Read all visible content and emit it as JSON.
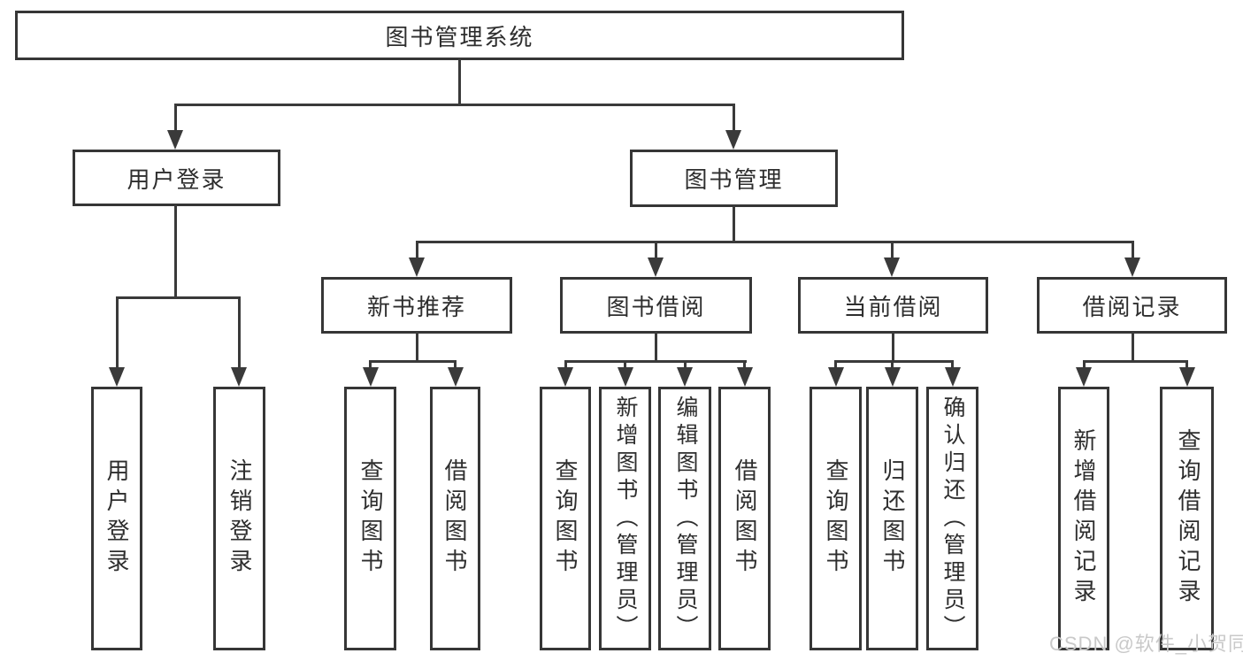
{
  "root": {
    "label": "图书管理系统"
  },
  "user_login": {
    "label": "用户登录",
    "children": [
      "用户登录",
      "注销登录"
    ]
  },
  "book_mgmt": {
    "label": "图书管理"
  },
  "groups": [
    {
      "label": "新书推荐",
      "children": [
        "查询图书",
        "借阅图书"
      ]
    },
    {
      "label": "图书借阅",
      "children": [
        "查询图书",
        "新增图书（管理员）",
        "编辑图书（管理员）",
        "借阅图书"
      ]
    },
    {
      "label": "当前借阅",
      "children": [
        "查询图书",
        "归还图书",
        "确认归还（管理员）"
      ]
    },
    {
      "label": "借阅记录",
      "children": [
        "新增借阅记录",
        "查询借阅记录"
      ]
    }
  ],
  "watermark": "CSDN @软件_小贺同学",
  "colors": {
    "border": "#363636",
    "line": "#3a3a3a",
    "text": "#2e2e2e",
    "watermark": "#c9c9c9",
    "background": "#ffffff"
  }
}
